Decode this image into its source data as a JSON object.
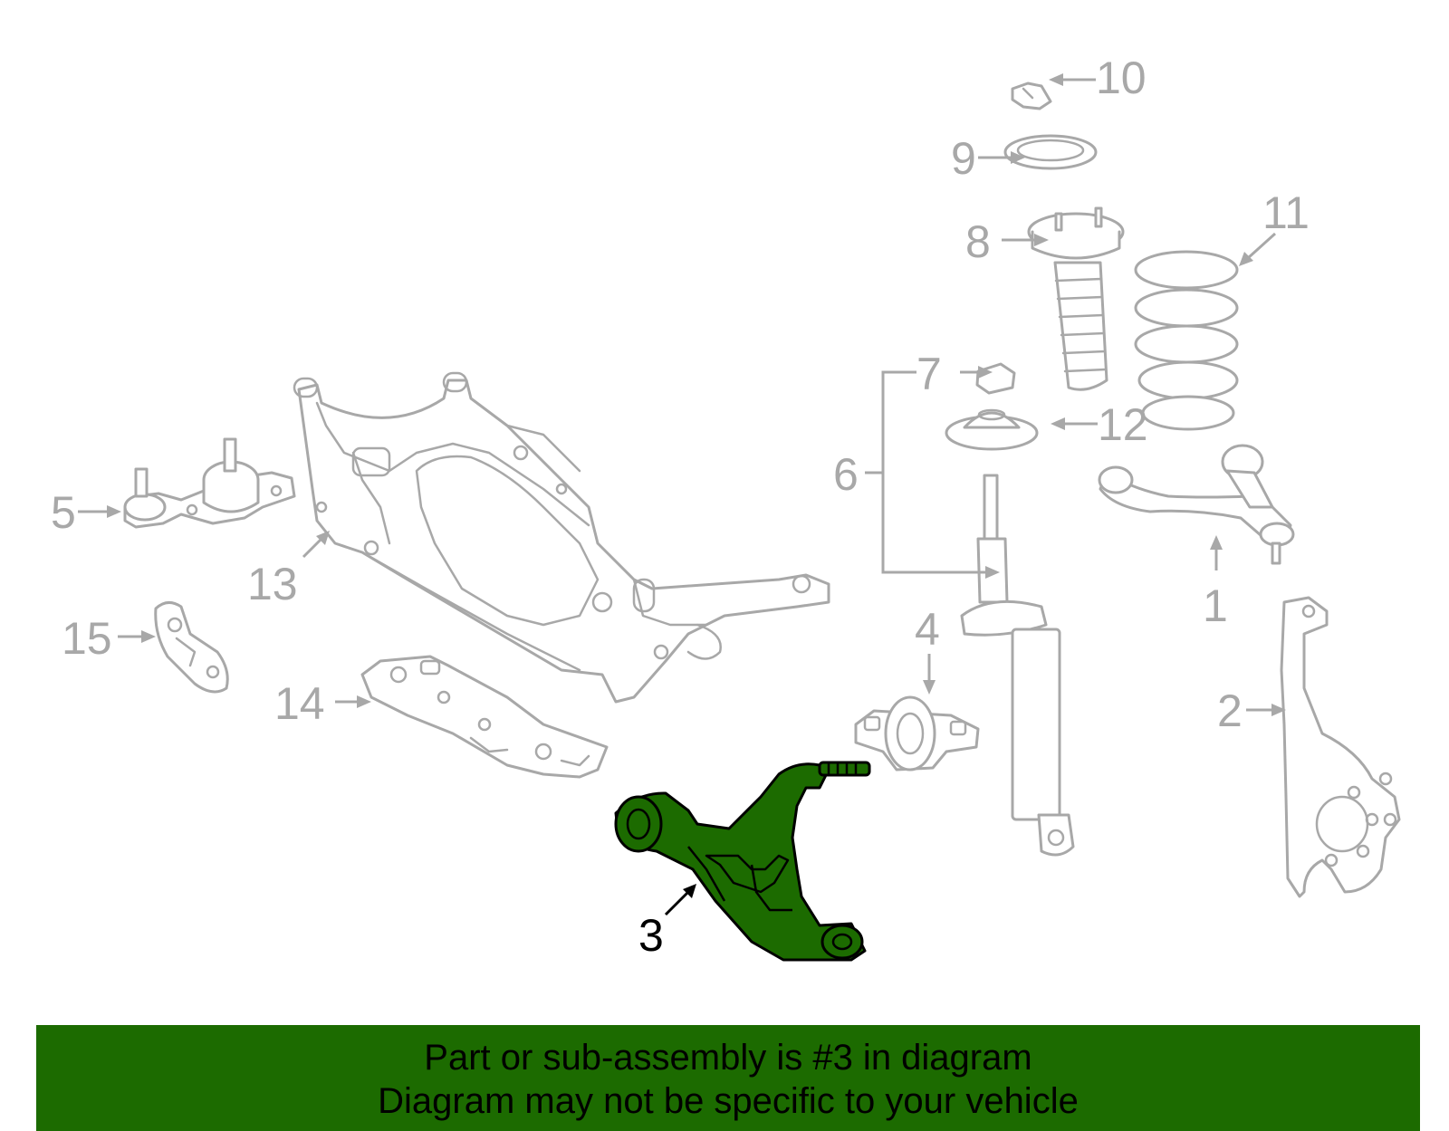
{
  "diagram": {
    "callouts": {
      "c1": "1",
      "c2": "2",
      "c3": "3",
      "c4": "4",
      "c5": "5",
      "c6": "6",
      "c7": "7",
      "c8": "8",
      "c9": "9",
      "c10": "10",
      "c11": "11",
      "c12": "12",
      "c13": "13",
      "c14": "14",
      "c15": "15"
    },
    "highlighted_part": "3",
    "colors": {
      "highlight": "#1c6b00",
      "part_outline": "#a8a8a8",
      "banner": "#1c6b00"
    }
  },
  "banner": {
    "line1": "Part or sub-assembly is #3 in diagram",
    "line2": "Diagram may not be specific to your vehicle"
  }
}
